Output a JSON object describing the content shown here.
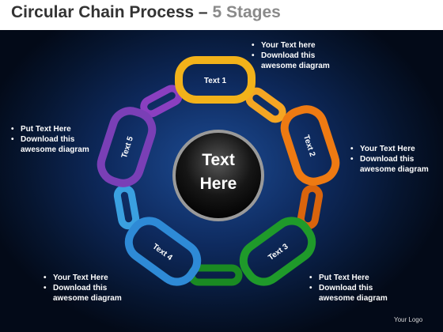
{
  "title": {
    "main": "Circular Chain Process",
    "separator": " – ",
    "sub": "5 Stages"
  },
  "center": {
    "line1": "Text",
    "line2": "Here"
  },
  "links": [
    {
      "label": "Text 1",
      "color": "#f2b21a"
    },
    {
      "label": "Text 2",
      "color": "#ee7a12"
    },
    {
      "label": "Text 3",
      "color": "#1f9a2a"
    },
    {
      "label": "Text 4",
      "color": "#2e8ad6"
    },
    {
      "label": "Text 5",
      "color": "#7a3fb6"
    }
  ],
  "notes": {
    "top_center": [
      "Your Text  here",
      "Download this awesome diagram"
    ],
    "right": [
      "Your Text Here",
      "Download this awesome diagram"
    ],
    "bottom_right": [
      "Put Text Here",
      "Download this awesome diagram"
    ],
    "bottom_left": [
      "Your Text Here",
      "Download this awesome diagram"
    ],
    "left": [
      "Put Text Here",
      "Download this awesome diagram"
    ]
  },
  "footer": {
    "logo": "Your Logo"
  }
}
